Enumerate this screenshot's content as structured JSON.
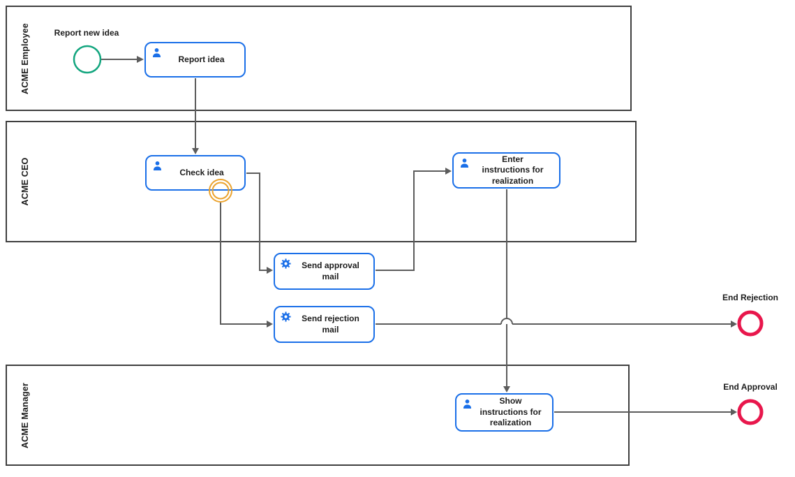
{
  "diagram": {
    "kind": "BPMN process diagram",
    "lanes": [
      {
        "label": "ACME Employee"
      },
      {
        "label": "ACME CEO"
      },
      {
        "label": "ACME Manager"
      }
    ],
    "tasks": {
      "report_idea": {
        "label": "Report idea",
        "type": "user"
      },
      "check_idea": {
        "label": "Check idea",
        "type": "user"
      },
      "send_approval": {
        "label": "Send approval mail",
        "type": "service"
      },
      "send_rejection": {
        "label": "Send rejection mail",
        "type": "service"
      },
      "enter_instructions": {
        "label": "Enter instructions for realization",
        "type": "user"
      },
      "show_instructions": {
        "label": "Show instructions for realization",
        "type": "user"
      }
    },
    "events": {
      "start": {
        "label": "Report new idea",
        "type": "start"
      },
      "boundary": {
        "label": "",
        "type": "boundary-intermediate"
      },
      "end_rejection": {
        "label": "End Rejection",
        "type": "end"
      },
      "end_approval": {
        "label": "End Approval",
        "type": "end"
      }
    },
    "colors": {
      "task_border": "#1a6fe8",
      "icon_blue": "#1a6fe8",
      "start_event": "#12a57e",
      "end_event": "#e8174c",
      "boundary_event": "#eba32e",
      "flow_line": "#5c5c5c",
      "lane_border": "#3f3f3f",
      "text": "#1c1c1c",
      "shape_fill": "#ffffff"
    }
  }
}
